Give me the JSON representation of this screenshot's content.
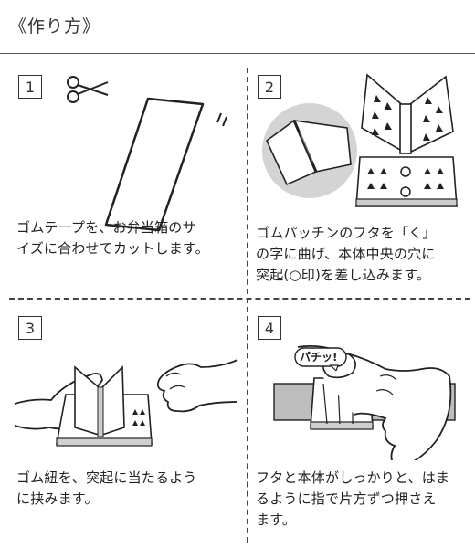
{
  "title": "《作り方》",
  "steps": [
    {
      "number": "1",
      "caption_lines": [
        "ゴムテープを、お弁当箱のサ",
        "イズに合わせてカットします。"
      ]
    },
    {
      "number": "2",
      "caption_lines": [
        "ゴムパッチンのフタを「く」",
        "の字に曲げ、本体中央の穴に",
        "突起(○印)を差し込みます。"
      ]
    },
    {
      "number": "3",
      "caption_lines": [
        "ゴム紐を、突起に当たるよう",
        "に挟みます。"
      ]
    },
    {
      "number": "4",
      "caption_lines": [
        "フタと本体がしっかりと、はま",
        "るように指で片方ずつ押さえ",
        "ます。"
      ],
      "sound_effect": "パチッ!"
    }
  ]
}
